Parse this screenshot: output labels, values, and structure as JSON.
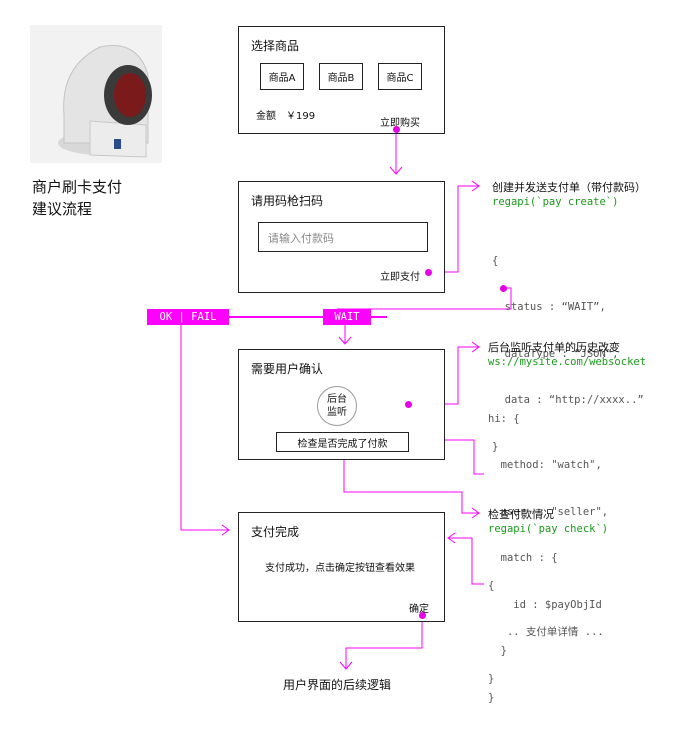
{
  "caption": {
    "line1": "商户刷卡支付",
    "line2": "建议流程"
  },
  "box1": {
    "title": "选择商品",
    "products": [
      "商品A",
      "商品B",
      "商品C"
    ],
    "amount": "金额　￥199",
    "buy": "立即购买"
  },
  "box2": {
    "title": "请用码枪扫码",
    "placeholder": "请输入付款码",
    "pay": "立即支付"
  },
  "box3": {
    "title": "需要用户确认",
    "monitor_line1": "后台",
    "monitor_line2": "监听",
    "check_button": "检查是否完成了付款"
  },
  "box4": {
    "title": "支付完成",
    "message": "支付成功，点击确定按钮查看效果",
    "ok": "确定"
  },
  "status_tags": {
    "ok_fail": "OK | FAIL",
    "wait": "WAIT"
  },
  "note1": {
    "title": "创建并发送支付单（带付款码）",
    "api": "regapi(`pay create`)",
    "code": [
      "{",
      "  status : “WAIT”,",
      "  dataType : “JSON”,",
      "  data : “http://xxxx..”",
      "}"
    ]
  },
  "note2": {
    "title": "后台监听支付单的历史改变",
    "api": "ws://mysite.com/websocket",
    "code": [
      "hi: {",
      "  method: \"watch\",",
      "  user  : \"seller\",",
      "  match : {",
      "    id : $payObjId",
      "  }",
      "}"
    ]
  },
  "note3": {
    "title": "检查付款情况",
    "api": "regapi(`pay check`)",
    "code": [
      "{",
      "   .. 支付单详情 ...",
      "}"
    ]
  },
  "footer": "用户界面的后续逻辑",
  "colors": {
    "accent": "#ff00ff",
    "api_green": "#1a9a1a",
    "border": "#222222"
  },
  "icons": [
    "barcode-scanner-image"
  ]
}
